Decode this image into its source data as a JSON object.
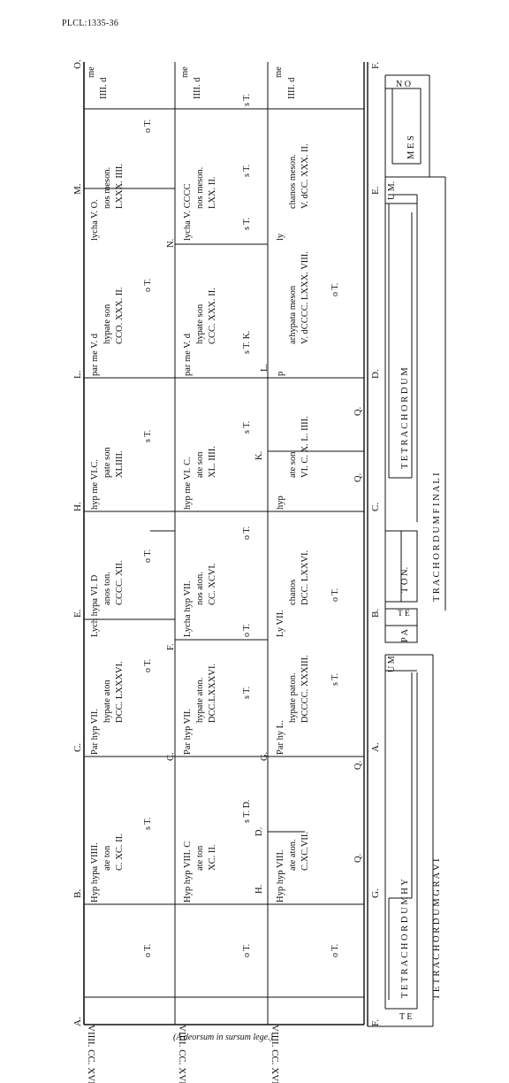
{
  "page_ref": "PLCL:1335-36",
  "caption": "(A deorsum in sursum lege.)",
  "rows": [
    {
      "header": "VIIII. CC. XVI. OMENOS",
      "cells": [
        {
          "name": "Hyp hypa VIIII.",
          "word": "ate ton",
          "num": "C. XC. II."
        },
        {
          "name": "Par hyp VII.",
          "word": "hypate aton",
          "num": "DCC. LXXXVI."
        },
        {
          "name": "Lych hypa VI. D",
          "word": "anos ton.",
          "num": "CCCC. XII."
        },
        {
          "name": "hyp me VI.C.",
          "word": "pate son",
          "num": "XLIIII."
        },
        {
          "name": "par me V. d",
          "word": "hypate son",
          "num": "CCO. XXX. II."
        },
        {
          "name": "lycha V. O.",
          "word": "nos meson.",
          "num": "LXXX. IIII."
        }
      ]
    },
    {
      "header": "VIIII. CC. XVI. LAMBAN",
      "cells": [
        {
          "name": "Hyp hyp VIII. C",
          "word": "ate ton",
          "num": "XC. II."
        },
        {
          "name": "Par hyp VII.",
          "word": "hypate aton.",
          "num": "DCC.LXXXVI."
        },
        {
          "name": "Lycha hyp VII.",
          "word": "nos aton.",
          "num": "CC. XCVI."
        },
        {
          "name": "hyp me VI. C.",
          "word": "ate son",
          "num": "XL. IIII."
        },
        {
          "name": "par me V. d",
          "word": "hypate son",
          "num": "CCC. XXX. II."
        },
        {
          "name": "lycha V. CCCC",
          "word": "nos meson.",
          "num": "LXX. II."
        }
      ]
    },
    {
      "header": "VIIII. CC. XVI. PROS",
      "cells": [
        {
          "name": "Hyp hyp VIII.",
          "word": "ate aton.",
          "num": "C.XC.VII."
        },
        {
          "name": "Par hy L.",
          "word": "hypate paton.",
          "num": "DCCCC. XXXIII."
        },
        {
          "name": "Ly VII.",
          "word": "chanos",
          "num": "DCC. LXXVI."
        },
        {
          "name": "hyp",
          "word": "ate son",
          "num": "VI. C. X. L. IIII."
        },
        {
          "name": "p",
          "word": "arhypata meson",
          "num": "V. dCCCC. LXXX. VIII."
        },
        {
          "name": "ly",
          "word": "chanos meson.",
          "num": "V. dCC. XXX. II."
        }
      ]
    }
  ],
  "end_col": {
    "top": "me",
    "bottom": "IIII. d"
  },
  "sq": {
    "row1": [
      "o T.",
      "s T.",
      "o T.",
      "o T.",
      "s T.",
      "o T.",
      "o T."
    ],
    "row2": [
      "o T.",
      "s T. D.",
      "s T.",
      "o T.",
      "o T.",
      "s T.",
      "s T. K.",
      "s T.",
      "s T.",
      "s T."
    ],
    "row3": [
      "o T.",
      "s T.",
      "o T.",
      "o T."
    ]
  },
  "point_labels": {
    "top": [
      "A.",
      "B.",
      "C.",
      "E.",
      "H.",
      "L.",
      "M.",
      "O."
    ],
    "bottom": [
      "F.",
      "G.",
      "A.",
      "B.",
      "C.",
      "D.",
      "E.",
      "F."
    ],
    "mid1": [
      "C.",
      "F.",
      "N."
    ],
    "mid2": [
      "G.",
      "Q.",
      "Q.",
      "Q.",
      "Q.",
      "L."
    ],
    "mid2b": [
      "D.",
      "H.",
      "K."
    ]
  },
  "brackets": {
    "tetrachordum_gravi": "T E T R A C H O R D U M   G R A V I",
    "tetrachordum_hy": "T E T R A C H O R D U M   H Y",
    "um": "U M.",
    "te": "T E",
    "pa": "P A",
    "te2": "T E",
    "ton": "T O N.",
    "tetrachordum_finali": "T R A C H O R D U M   F I N A L I",
    "tetrachordum_mid": "T E T R A C H O R D U M",
    "um2": "U M.",
    "mes": "M E S",
    "no": "N O"
  }
}
